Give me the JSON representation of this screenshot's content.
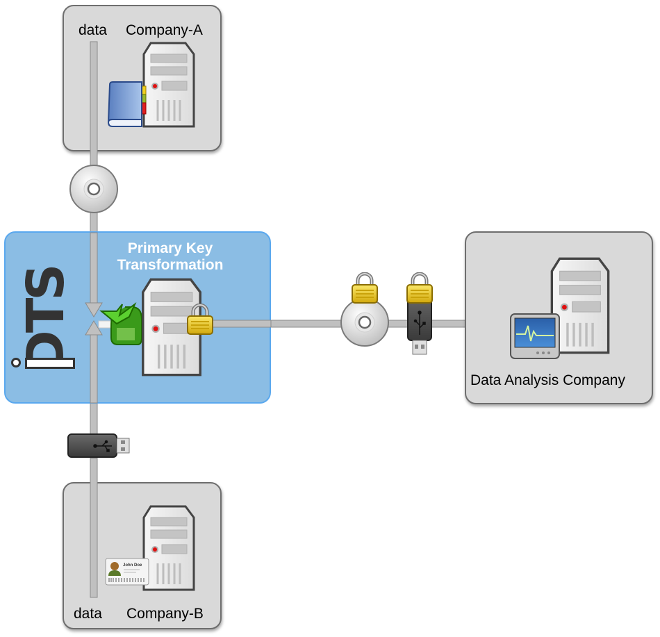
{
  "nodes": {
    "company_a": {
      "name": "Company-A",
      "data_label": "data"
    },
    "company_b": {
      "name": "Company-B",
      "data_label": "data"
    },
    "transform": {
      "title_line1": "Primary Key",
      "title_line2": "Transformation",
      "logo_text": "DTS"
    },
    "analysis": {
      "name": "Data Analysis Company"
    }
  },
  "edges": [
    {
      "from": "Company-A",
      "to": "Primary Key Transformation",
      "medium": "optical-disc"
    },
    {
      "from": "Company-B",
      "to": "Primary Key Transformation",
      "medium": "usb-drive"
    },
    {
      "from": "Primary Key Transformation",
      "to": "Data Analysis Company",
      "medium": [
        "encrypted-optical-disc",
        "encrypted-usb-drive"
      ]
    }
  ],
  "colors": {
    "node_fill": "#d9d9d9",
    "node_border": "#6e6e6e",
    "transform_fill": "#8bbde4",
    "transform_border": "#5aa8ee",
    "arrow": "#c0c0c0",
    "logo": "#333333",
    "lock": "#e6c21a",
    "recycle": "#3a9a1a"
  }
}
